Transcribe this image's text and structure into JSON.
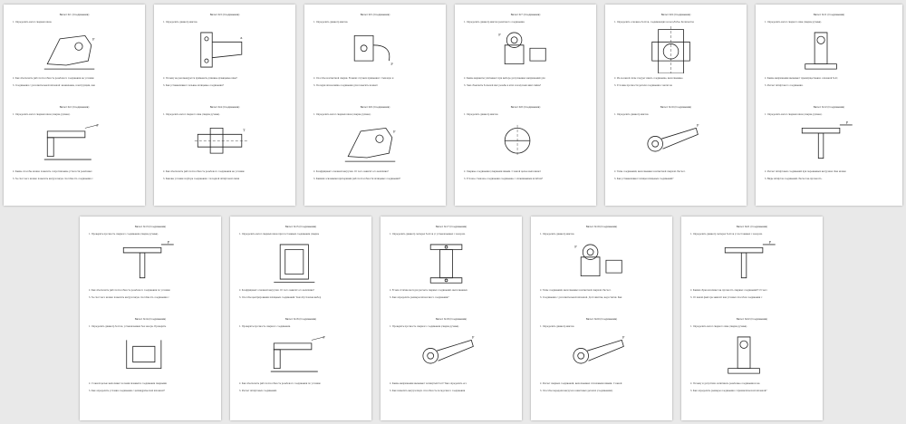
{
  "pages": [
    {
      "title": "Билет №1 (Соединения)",
      "q": [
        "1.    Определить катет сварных швов.",
        "2.    Как обеспечить работоспособность резьбового соединения не условию",
        "3.    Соединения с дополнительной шпонкой: назначение, конструкции, как"
      ],
      "title2": "Билет №2 (Соединения)",
      "q2": [
        "1.  Определить катет сварных швов (сварка ручная).",
        "2.  Какие способы можно повысить сопротивление усталости резьбовых",
        "3.  За счет чего можно повысить нагрузочную способность соединения с"
      ]
    },
    {
      "title": "Билет №3 (Соединения)",
      "q": [
        "1.    Определить диаметр винтов.",
        "2.    Почему не рекомендуется применять длинные фланцевые швы?",
        "3.    Как устанавливают сальные шлицевые соединения?"
      ],
      "title2": "Билет №4 (Соединения)",
      "q2": [
        "1.   Определить катет сварного шва (сварка ручная).",
        "2.   Как обеспечить работоспособность резьбового соединения не условию",
        "3.   Каковы условия подбора соединения с посадкой штифтовой связи"
      ]
    },
    {
      "title": "Билет №5 (Соединения)",
      "q": [
        "1.   Определить диаметр винтов.",
        "2.   Способы контактной сварки. В каких случаях применяют стыковую и",
        "3.   Посадки шпон-пайка соединения для повысить момент"
      ],
      "title2": "Билет №6 (Соединения)",
      "q2": [
        "1.   Определить катет сварных швов (сварка ручная).",
        "2.   Коэффициент основной нагрузки. От чего зависит его величина?",
        "3.   Какими основными критериями работоспособности шлицевых соединений?"
      ]
    },
    {
      "title": "Билет №7 (Соединения)",
      "q": [
        "1.    Определить диаметр винтов резьбового соединения.",
        "2.    Какие варианты учитывают при выборе допускаемых напряжений для",
        "3.    Чем объяснить большой шаг резьбы в этих и конусных винт-гайка?"
      ],
      "title2": "Билет №8 (Соединения)",
      "q2": [
        "1.    Определить диаметр винтов.",
        "2.    Сварные соединения (сварными швами. С какой целью выполняют",
        "3.    Угловое стыковое соединения соединение с оплакиванием изгибом?"
      ]
    },
    {
      "title": "Билет №9 (Соединения)",
      "q": [
        "1.      Определить основное болтов, соединяющих колесо/бобы. Количество",
        "2.      Из-за какой силы следует иметь соединение, выполненные",
        "3.      Условие прочности детали соединения с натягом."
      ],
      "title2": "Билет №10 (Соединения)",
      "q2": [
        "1.   Определить диаметр винтов.",
        "2.   Типы соединений, выполненных контактной сваркой. Расчет.",
        "3.   Как устанавливают шлицы шлицевых соединений?"
      ]
    },
    {
      "title": "Билет №11 (Соединения)",
      "q": [
        "1.    Определить катет сварного шва (сварка ручная).",
        "2.    Какие напряжения вызывают преимущественно основной болт,",
        "3.    Расчет штифтового соединения."
      ],
      "title2": "Билет №12 (Соединения)",
      "q2": [
        "1.  Определить катет сварных швов (сварка ручная).",
        "2.  Расчет штифтовых соединений при переменных нагрузках. Как можно",
        "3.  Виды штифтов соединений. Расчет на прочность."
      ]
    },
    {
      "title": "Билет №13 (Соединения)",
      "q": [
        "1.   Проверить прочность сварного соединения (сварка ручная).",
        "2.   Как обеспечить работоспособность резьбового соединения по условию",
        "3.   За счет чего можно повысить нагрузочную способность соединения с"
      ],
      "title2": "Билет №14 (Соединения)",
      "q2": [
        "1.   Определить диаметр болтов, установленных без зазора. Проверить",
        "2.   С какой целью выполняют косыми шовный и соединения сварными",
        "3.   Как определить условия соединения с цилиндрической шпонкой?"
      ]
    },
    {
      "title": "Билет №15 (Соединения)",
      "q": [
        "1.  Определить катет сварных швов при постоянных соединения (сварка",
        "2.  Коэффициент основной нагрузки. От чего зависит его величина?",
        "3.  Способы центрирования шлицевых соединений. Чем обусловлен выбор"
      ],
      "title2": "Билет №16 (Соединения)",
      "q2": [
        "1.   Проверить прочность сварного соединения.",
        "2.   Как обеспечить работоспособность резьбового соединения по условию",
        "3.   Расчет штифтовых соединений."
      ]
    },
    {
      "title": "Билет №17 (Соединения)",
      "q": [
        "1.  Определить диаметр четырех болтов (с установленных с зазором.",
        "2.  В чем отличие методов расчета сварных соединений, выполненных",
        "3.  Как определить размеры шпоночного соединения?"
      ],
      "title2": "Билет №18 (Соединения)",
      "q2": [
        "1.  Проверить прочность сварного соединения (сварка ручная).",
        "2.  Какие напряжения вызывают затянутый болт? Как определить его",
        "3.  Как повысить нагрузочную способность посадочного соединения"
      ]
    },
    {
      "title": "Билет №19 (Соединения)",
      "q": [
        "1.   Определить диаметр винтов.",
        "2.   Типы соединений, выполненных контактной сваркой. Расчет.",
        "3.   Соединения с дополнительной шпонкой. Достоинства, недостатки. Как"
      ],
      "title2": "Билет №20 (Соединения)",
      "q2": [
        "1.   Определить диаметр винтов.",
        "2.   Расчет сварных соединений, выполненных сплошными швами. С какой",
        "3.   Способы передачи нагрузок в винтовых деталях (соединениях)."
      ]
    },
    {
      "title": "Билет №21 (Соединения)",
      "q": [
        "1.   Определить диаметр четырех болтов (с постоянных с зазором.",
        "2.   Каким образом влияет на прочность сварных соединений? От чего",
        "3.   От какой фактора зависит как угловых способов соединения с"
      ],
      "title2": "Билет №22 (Соединения)",
      "q2": [
        "1.   Определить катет сварного шва (сварка ручная).",
        "2.   Почему и допустимо затягивать резьбовые соединения и на",
        "3.   Как определить размеры соединения с призматической шпонкой?"
      ]
    }
  ]
}
